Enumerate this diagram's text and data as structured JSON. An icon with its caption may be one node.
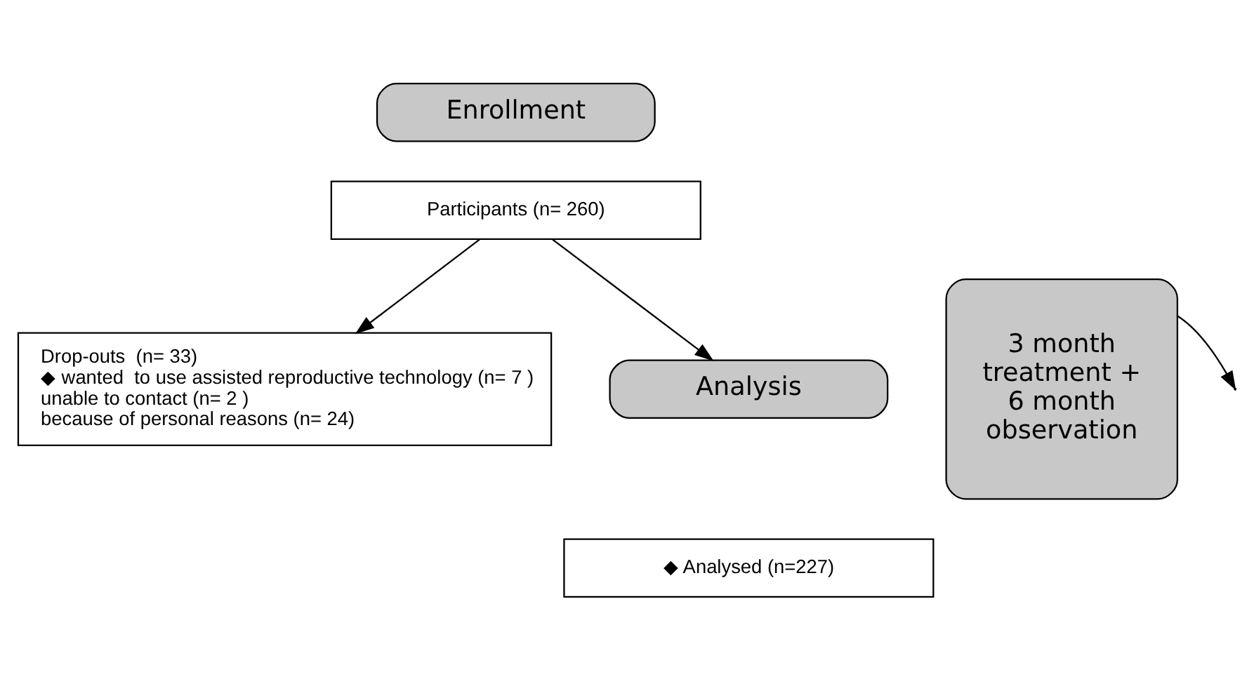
{
  "diagram": {
    "nodes": [
      {
        "text": [
          "Enrollment"
        ]
      },
      {
        "text": [
          "Participants (n= 260)"
        ]
      },
      {
        "text": [
          "3 month treatment + 6 month observation"
        ]
      },
      {
        "text": [
          "Drop-outs  (n= 33)",
          "◆ wanted  to use assisted reproductive technology (n= 7 )",
          "unable to contact (n= 2 )",
          "because of personal reasons (n= 24)"
        ]
      },
      {
        "text": [
          "Analysis"
        ]
      },
      {
        "text": [
          "◆ Analysed (n=227)"
        ]
      }
    ],
    "edges": [
      {
        "from": 1,
        "to": 4,
        "arrow": "to"
      },
      {
        "from": 2,
        "to": null,
        "arrow": "to"
      },
      {
        "from": 1,
        "to": 3,
        "arrow": "to"
      }
    ]
  }
}
